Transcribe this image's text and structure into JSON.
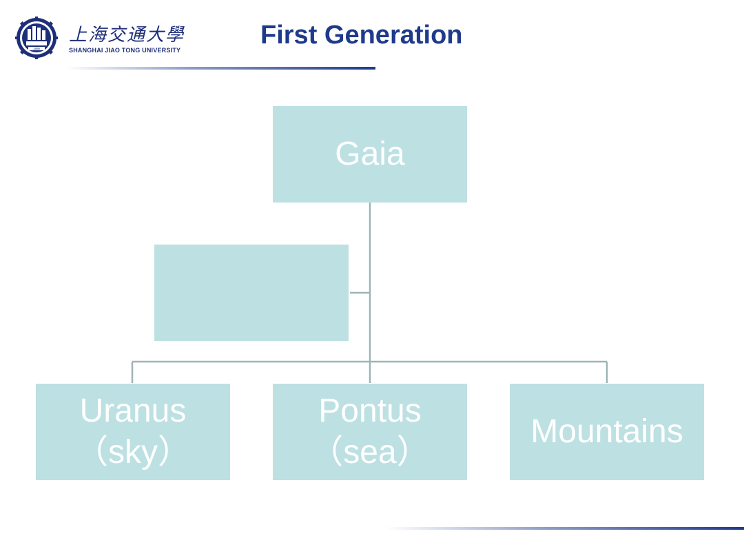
{
  "header": {
    "logo_cn": "上海交通大學",
    "logo_en": "SHANGHAI JIAO TONG UNIVERSITY",
    "logo_year": "1896",
    "title": "First Generation"
  },
  "diagram": {
    "root": {
      "label": "Gaia"
    },
    "assistant": {
      "label": ""
    },
    "children": [
      {
        "line1": "Uranus",
        "line2": "（sky）"
      },
      {
        "line1": "Pontus",
        "line2": "（sea）"
      },
      {
        "line1": "Mountains",
        "line2": ""
      }
    ]
  },
  "colors": {
    "node_fill": "#bde0e3",
    "connector": "#9fb3b6",
    "title": "#1f3a8c"
  }
}
